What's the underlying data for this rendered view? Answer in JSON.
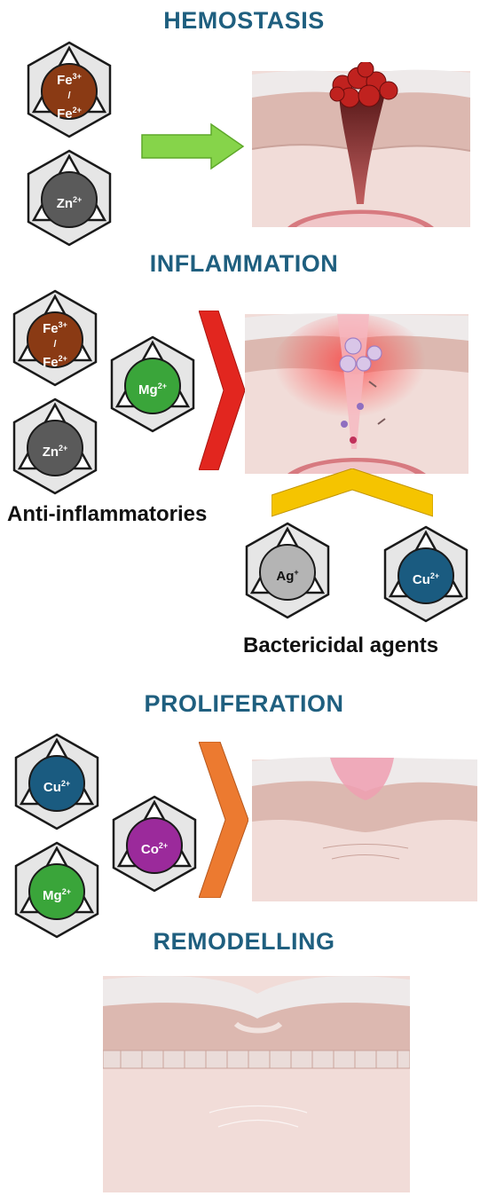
{
  "colors": {
    "title": "#1f5f7f",
    "iron": "#8a3a14",
    "zinc": "#5a5a5a",
    "magnesium": "#3aa53a",
    "copper": "#1a5b80",
    "cobalt": "#9b2a9b",
    "silver": "#b4b4b4",
    "green_arrow": "#86d44a",
    "red_chevron": "#e2261f",
    "yellow_chevron": "#f5c400",
    "orange_chevron": "#ec7a30",
    "skin": "#e9d3cf"
  },
  "phases": {
    "hemostasis": {
      "title": "HEMOSTASIS"
    },
    "inflammation": {
      "title": "INFLAMMATION"
    },
    "proliferation": {
      "title": "PROLIFERATION"
    },
    "remodelling": {
      "title": "REMODELLING"
    }
  },
  "captions": {
    "anti_inflammatories": "Anti-inflammatories",
    "bactericidal_agents": "Bactericidal agents"
  },
  "ions": {
    "fe": {
      "top": "Fe",
      "top_sup": "3+",
      "mid": "/",
      "bottom": "Fe",
      "bottom_sup": "2+"
    },
    "zn": {
      "sym": "Zn",
      "sup": "2+"
    },
    "mg": {
      "sym": "Mg",
      "sup": "2+"
    },
    "cu": {
      "sym": "Cu",
      "sup": "2+"
    },
    "co": {
      "sym": "Co",
      "sup": "2+"
    },
    "ag": {
      "sym": "Ag",
      "sup": "+"
    }
  }
}
